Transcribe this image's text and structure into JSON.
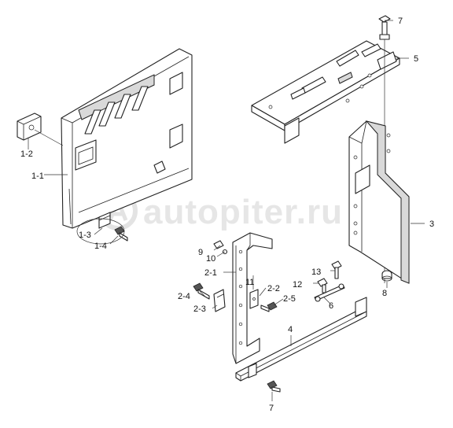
{
  "watermark": {
    "text": "autopiter.ru"
  },
  "callouts": {
    "c1_1": "1-1",
    "c1_2": "1-2",
    "c1_3": "1-3",
    "c1_4": "1-4",
    "c2_1": "2-1",
    "c2_2": "2-2",
    "c2_3": "2-3",
    "c2_4": "2-4",
    "c2_5": "2-5",
    "c3": "3",
    "c4": "4",
    "c5": "5",
    "c6": "6",
    "c7_top": "7",
    "c7_bottom": "7",
    "c8": "8",
    "c9": "9",
    "c10": "10",
    "c11": "11",
    "c12": "12",
    "c13": "13"
  }
}
